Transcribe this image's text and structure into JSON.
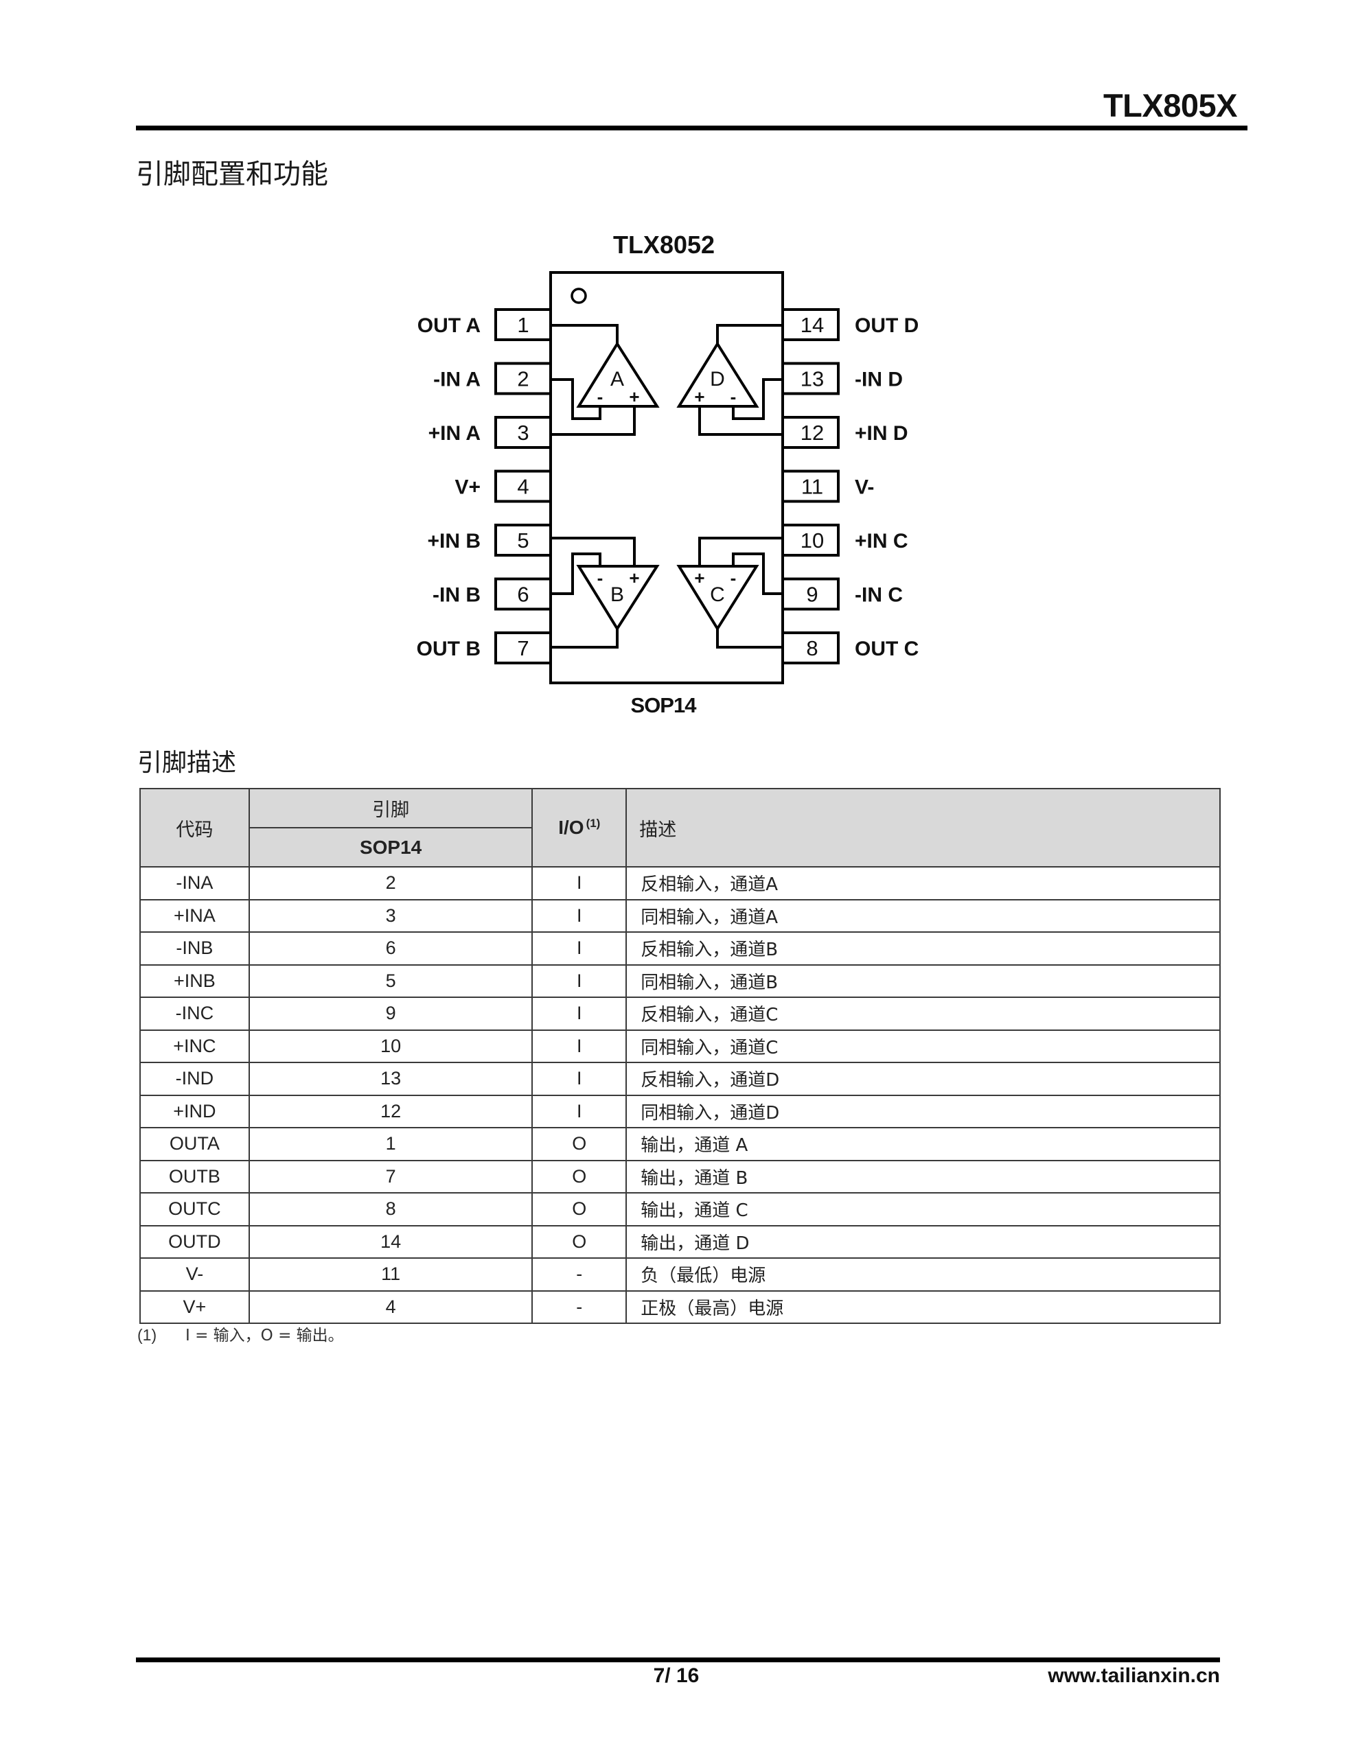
{
  "header": {
    "doc_title": "TLX805X"
  },
  "section": {
    "title": "引脚配置和功能"
  },
  "pinout": {
    "device": "TLX8052",
    "package": "SOP14",
    "left_pins": [
      {
        "num": "1",
        "label": "OUT A"
      },
      {
        "num": "2",
        "label": "-IN A"
      },
      {
        "num": "3",
        "label": "+IN A"
      },
      {
        "num": "4",
        "label": "V+"
      },
      {
        "num": "5",
        "label": "+IN B"
      },
      {
        "num": "6",
        "label": "-IN B"
      },
      {
        "num": "7",
        "label": "OUT B"
      }
    ],
    "right_pins": [
      {
        "num": "14",
        "label": "OUT D"
      },
      {
        "num": "13",
        "label": "-IN D"
      },
      {
        "num": "12",
        "label": "+IN D"
      },
      {
        "num": "11",
        "label": "V-"
      },
      {
        "num": "10",
        "label": "+IN C"
      },
      {
        "num": "9",
        "label": "-IN C"
      },
      {
        "num": "8",
        "label": "OUT C"
      }
    ],
    "amplifiers": {
      "a": "A",
      "b": "B",
      "c": "C",
      "d": "D",
      "plus": "+",
      "minus": "-"
    },
    "pin1_marker": "circle-icon"
  },
  "pin_description": {
    "title": "引脚描述",
    "headers": {
      "code": "代码",
      "pin": "引脚",
      "package": "SOP14",
      "io": "I/O",
      "io_note": "(1)",
      "desc": "描述"
    },
    "rows": [
      {
        "code": "-INA",
        "pin": "2",
        "io": "I",
        "desc": "反相输入，通道A"
      },
      {
        "code": "+INA",
        "pin": "3",
        "io": "I",
        "desc": "同相输入，通道A"
      },
      {
        "code": "-INB",
        "pin": "6",
        "io": "I",
        "desc": "反相输入，通道B"
      },
      {
        "code": "+INB",
        "pin": "5",
        "io": "I",
        "desc": "同相输入，通道B"
      },
      {
        "code": "-INC",
        "pin": "9",
        "io": "I",
        "desc": "反相输入，通道C"
      },
      {
        "code": "+INC",
        "pin": "10",
        "io": "I",
        "desc": "同相输入，通道C"
      },
      {
        "code": "-IND",
        "pin": "13",
        "io": "I",
        "desc": "反相输入，通道D"
      },
      {
        "code": "+IND",
        "pin": "12",
        "io": "I",
        "desc": "同相输入，通道D"
      },
      {
        "code": "OUTA",
        "pin": "1",
        "io": "O",
        "desc": "输出，通道 A"
      },
      {
        "code": "OUTB",
        "pin": "7",
        "io": "O",
        "desc": "输出，通道 B"
      },
      {
        "code": "OUTC",
        "pin": "8",
        "io": "O",
        "desc": "输出，通道 C"
      },
      {
        "code": "OUTD",
        "pin": "14",
        "io": "O",
        "desc": "输出，通道 D"
      },
      {
        "code": "V-",
        "pin": "11",
        "io": "-",
        "desc": "负（最低）电源"
      },
      {
        "code": "V+",
        "pin": "4",
        "io": "-",
        "desc": "正极（最高）电源"
      }
    ],
    "footnote_num": "(1)",
    "footnote_text": "I = 输入，O = 输出。"
  },
  "footer": {
    "page": "7/ 16",
    "url": "www.tailianxin.cn"
  }
}
